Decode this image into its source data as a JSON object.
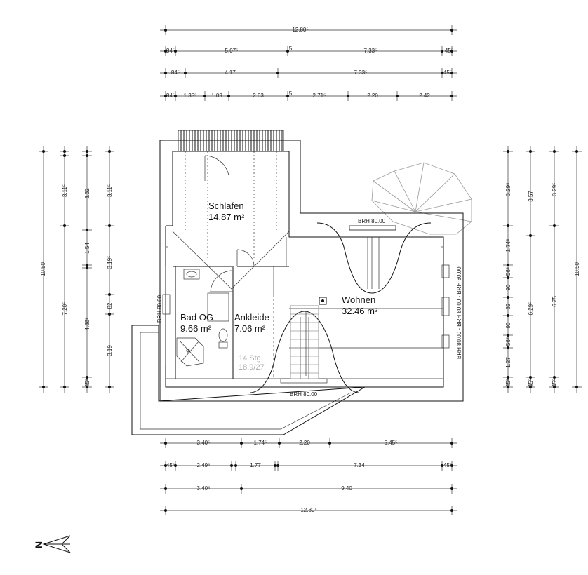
{
  "dimensions": {
    "top": [
      [
        "12.80⁵"
      ],
      [
        "84⁵",
        "5.07⁵",
        "5",
        "7.33⁵",
        "45⁵"
      ],
      [
        "84⁵",
        "4.17",
        "7.33⁵",
        "45⁵"
      ],
      [
        "84⁵",
        "1.35⁵",
        "1.09",
        "2.63",
        "5",
        "2.71⁵",
        "2.20",
        "2.42"
      ]
    ],
    "bottom": [
      [
        "3.40⁵",
        "1.74⁵",
        "2.20",
        "5.45⁵"
      ],
      [
        "45⁵",
        "2.49⁵",
        "1.77",
        "7.34",
        "45⁵"
      ],
      [
        "3.40⁵",
        "9.40"
      ],
      [
        "12.80⁵"
      ]
    ],
    "left": [
      [
        "10.50"
      ],
      [
        "3.11⁵",
        "7.20⁵"
      ],
      [
        "3.32",
        "1.54",
        "4.88⁵",
        "45⁵"
      ],
      [
        "3.11⁵",
        "3.19⁵",
        "82",
        "3.19"
      ]
    ],
    "right": [
      [
        "3.29⁵",
        "1.74⁵",
        "56⁵",
        "90",
        "82",
        "90",
        "56⁵",
        "1.27",
        "45⁵"
      ],
      [
        "3.57",
        "6.29⁵",
        "45⁵"
      ],
      [
        "3.29⁵",
        "6.75",
        "45⁵"
      ],
      [
        "10.50"
      ]
    ]
  },
  "rooms": [
    {
      "name": "Schlafen",
      "area": "14.87 m²"
    },
    {
      "name": "Wohnen",
      "area": "32.46 m²"
    },
    {
      "name": "Bad OG",
      "area": "9.66 m²"
    },
    {
      "name": "Ankleide",
      "area": "7.06 m²"
    }
  ],
  "stairs": {
    "steps": "14 Stg.",
    "ratio": "18.9/27"
  },
  "windows": {
    "top": "BRH 80.00",
    "bottom": "BRH 80.00",
    "left": "BRH 80.00",
    "right": "BRH 80.00 - BRH 80.00 - BRH 80.00"
  },
  "north": {
    "label": "N"
  }
}
